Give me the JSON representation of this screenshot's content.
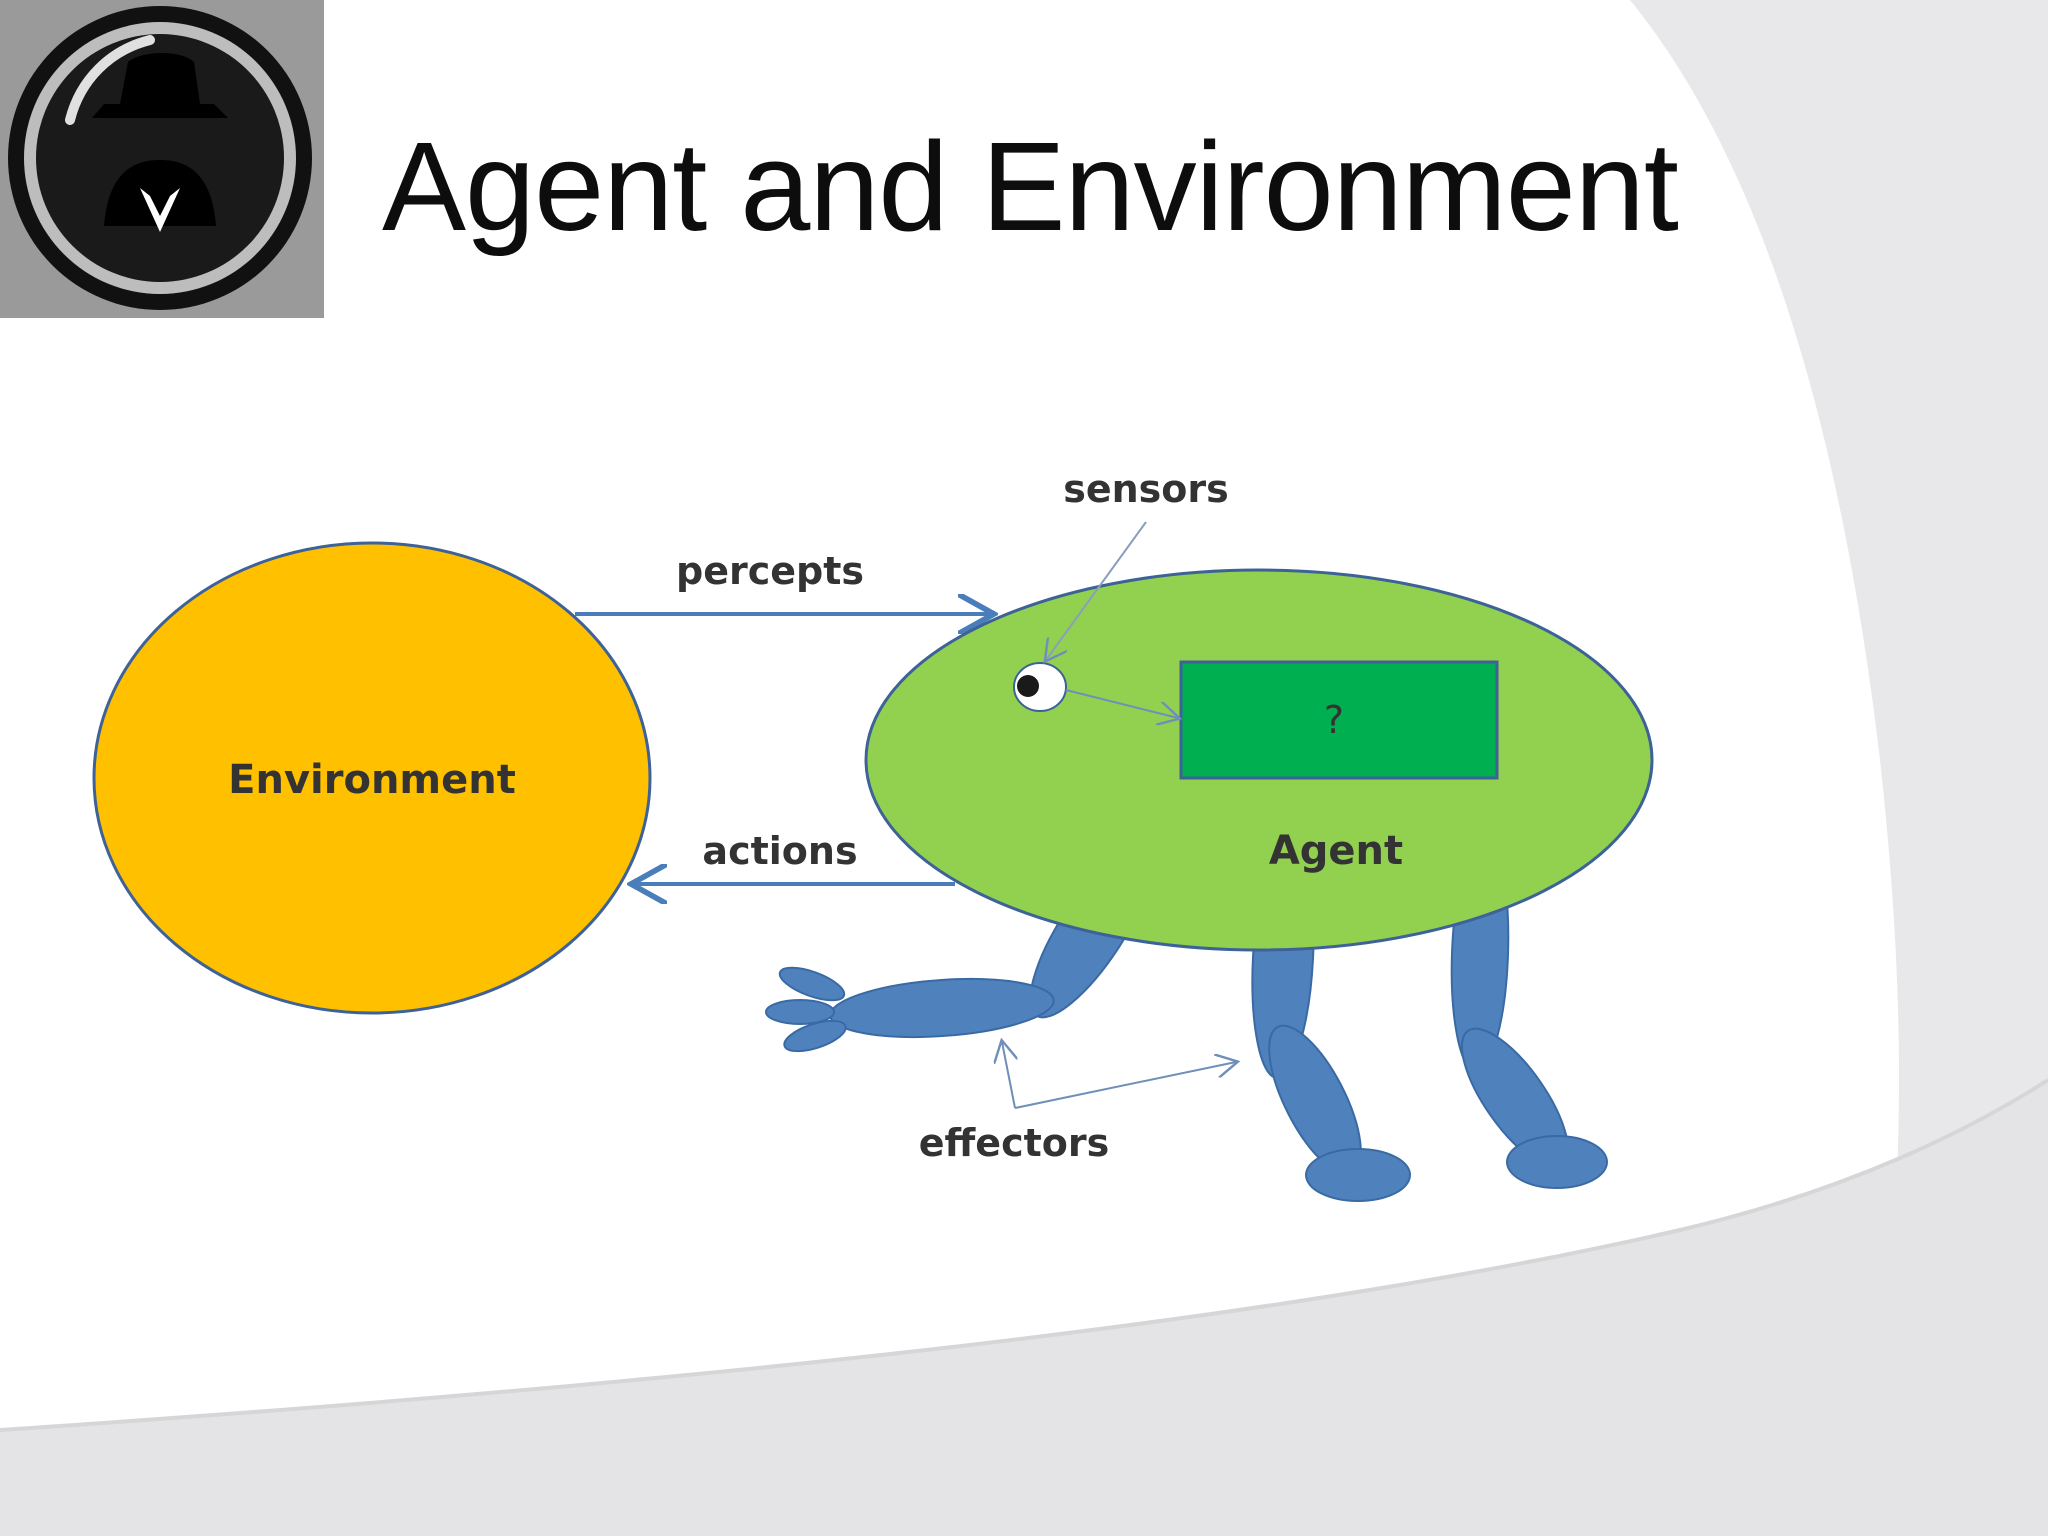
{
  "slide": {
    "title": "Agent and Environment"
  },
  "logo": {
    "icon": "spy-icon"
  },
  "diagram": {
    "environment_label": "Environment",
    "agent_label": "Agent",
    "box_label": "?",
    "percepts_label": "percepts",
    "actions_label": "actions",
    "sensors_label": "sensors",
    "effectors_label": "effectors"
  },
  "colors": {
    "environment": "#ffc000",
    "agent": "#92d050",
    "box": "#00b050",
    "limbs": "#4f81bd",
    "arrows": "#4a7ebb"
  }
}
